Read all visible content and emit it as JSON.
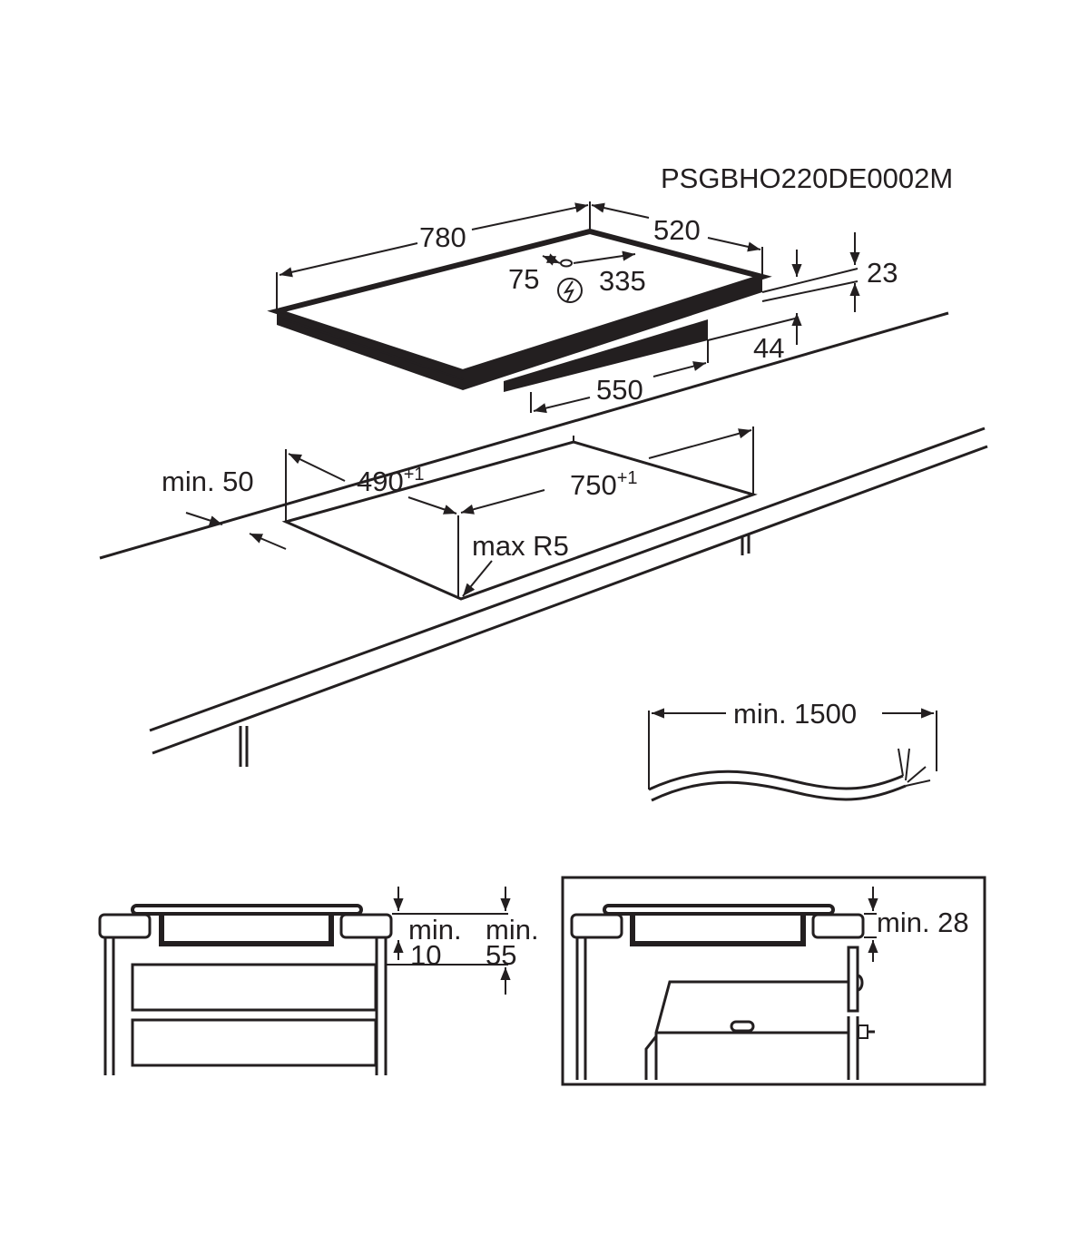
{
  "model_code": "PSGBHO220DE0002M",
  "hob_dimensions": {
    "width": "780",
    "depth": "520",
    "connection_offset_left": "75",
    "connection_offset_right": "335",
    "top_thickness": "23",
    "body_height": "44",
    "body_width": "550"
  },
  "cutout": {
    "depth": "490",
    "depth_tolerance": "+1",
    "width": "750",
    "width_tolerance": "+1",
    "min_edge_distance": "min. 50",
    "corner_radius": "max R5"
  },
  "cable": {
    "min_length": "min. 1500"
  },
  "installation_drawer": {
    "min_label_a": "min.",
    "gap_a": "10",
    "min_label_b": "min.",
    "gap_b": "55"
  },
  "installation_oven": {
    "min_gap": "min. 28"
  },
  "icons": [
    "electrical-hazard-icon"
  ]
}
